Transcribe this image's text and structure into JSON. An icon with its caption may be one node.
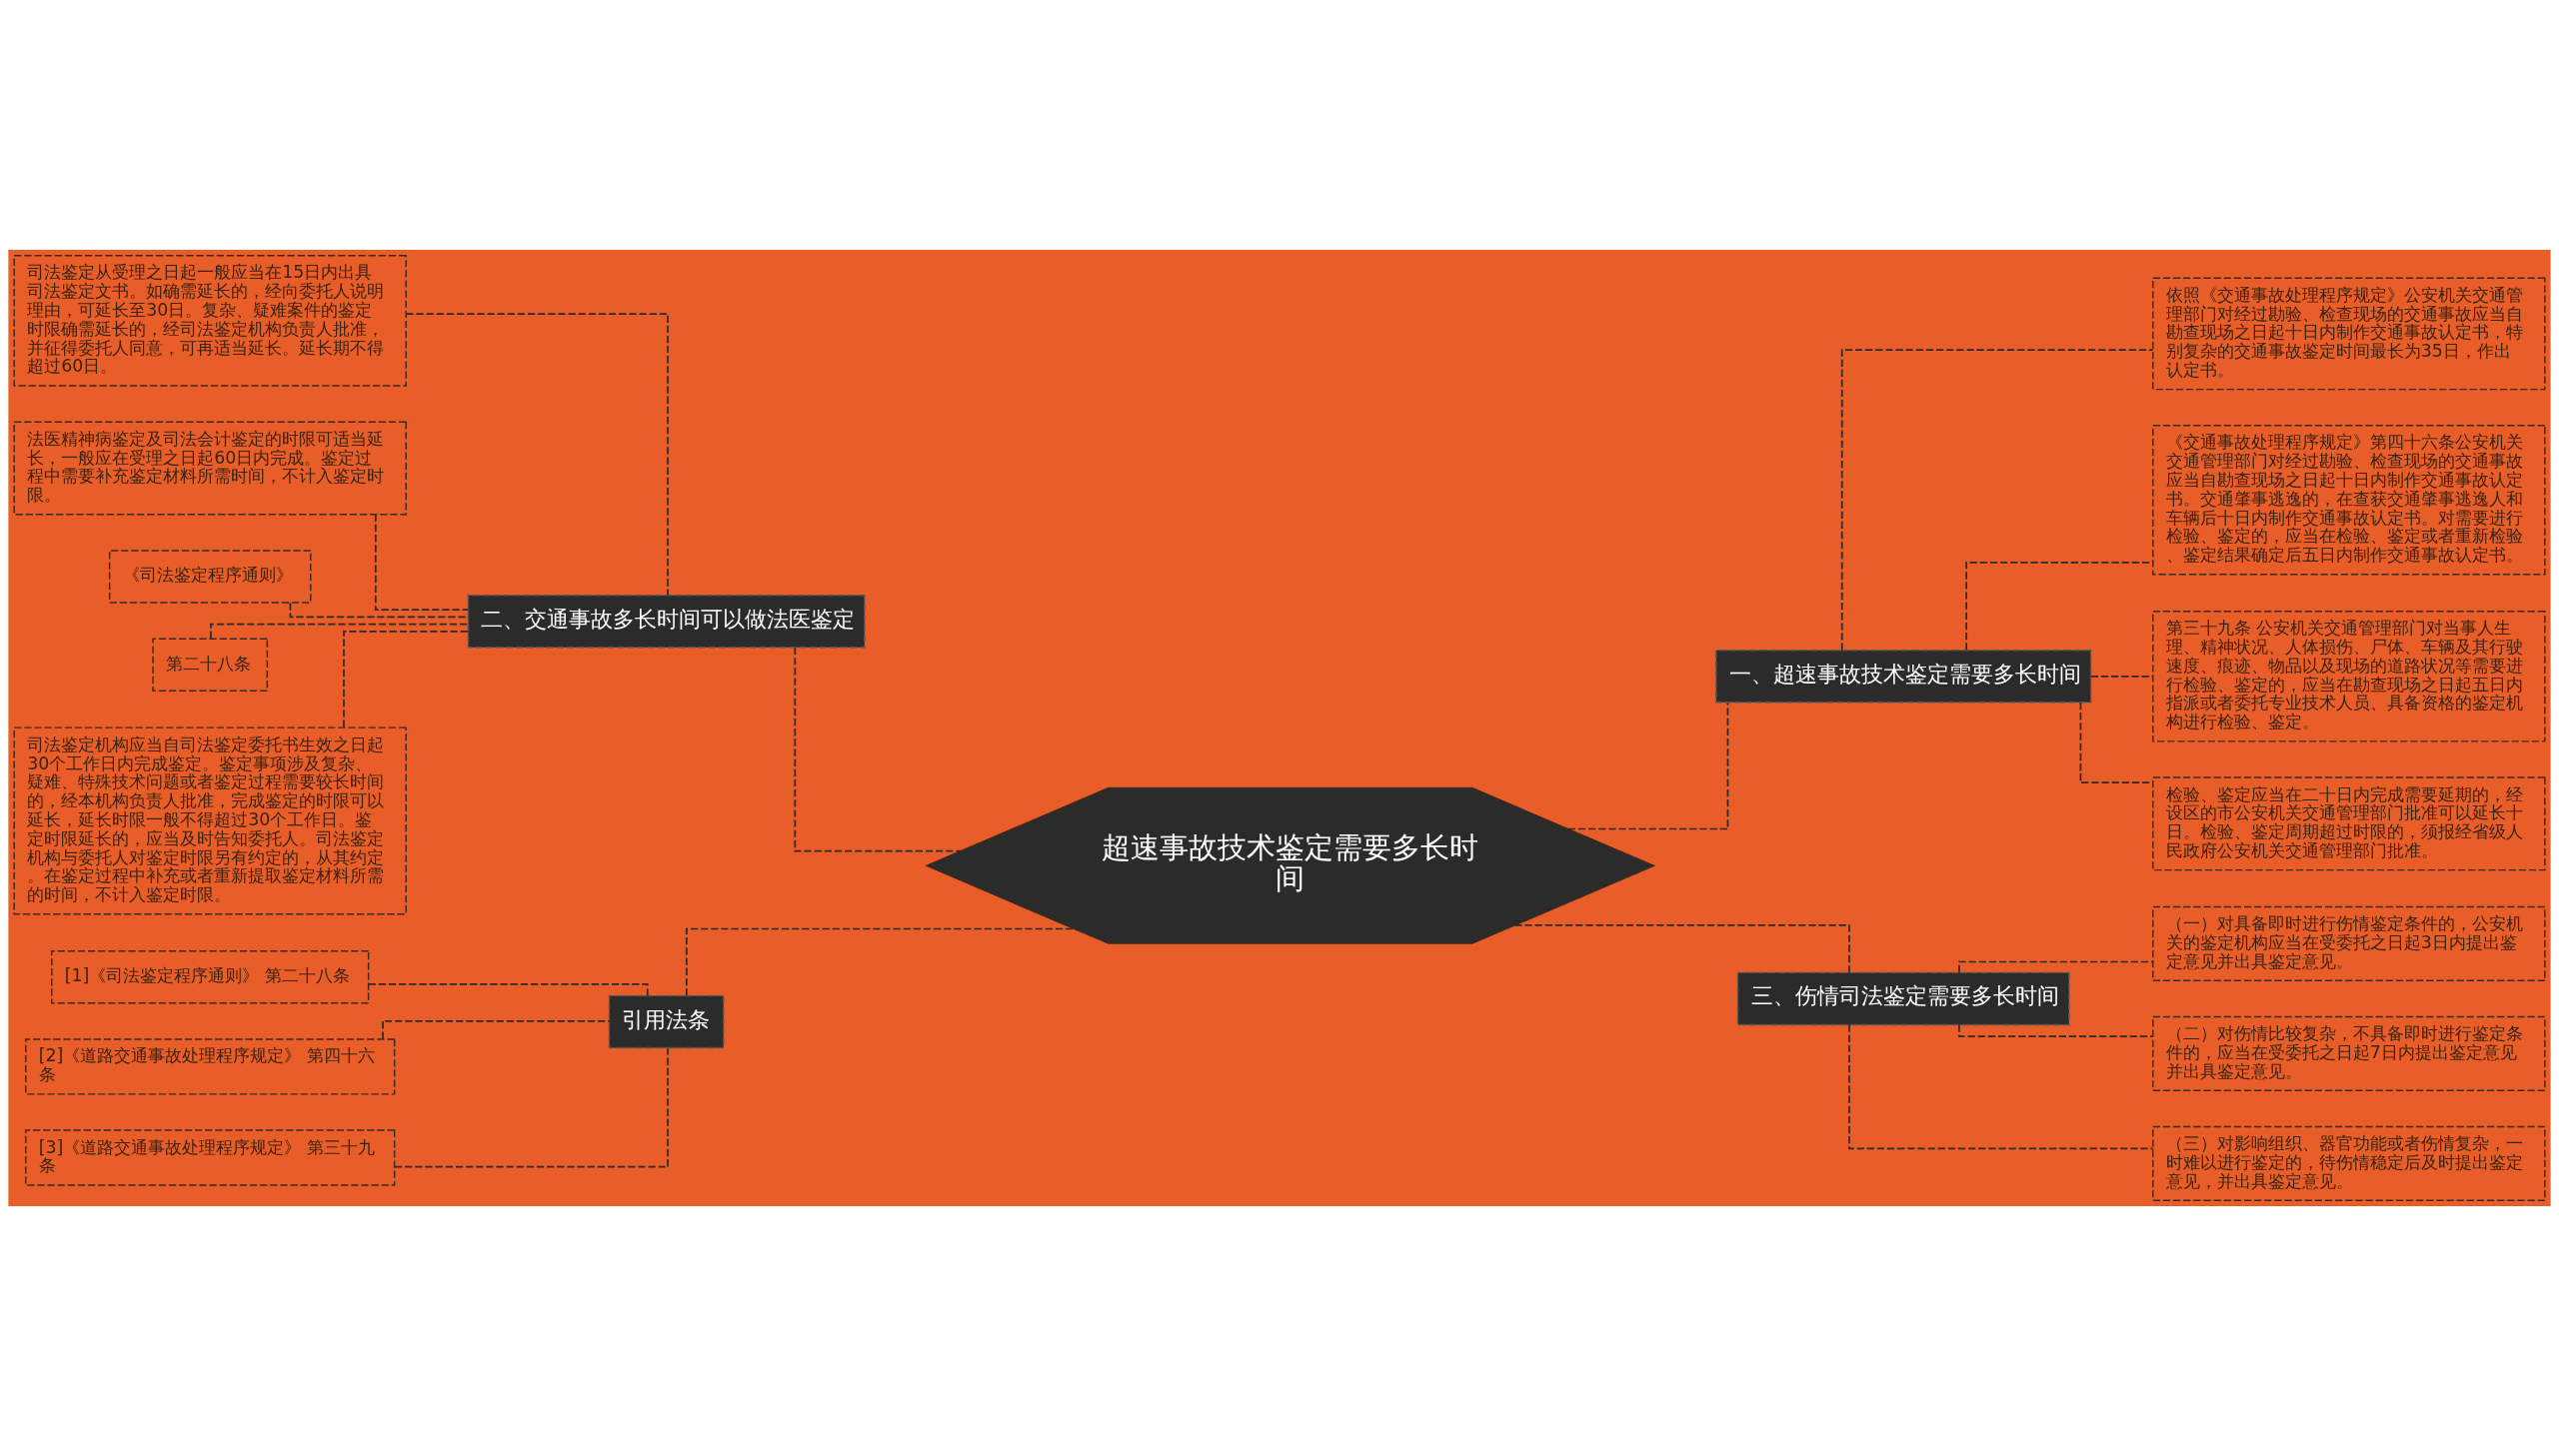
{
  "diagram": {
    "nodes": [
      {
        "text": [
          "超速事故技术鉴定需要多长时间"
        ]
      },
      {
        "text": [
          "一、超速事故技术鉴定需要多长时间"
        ]
      },
      {
        "text": [
          "依照《交通事故处理程序规定》公安机关交通管理部门对经过勘验、检查现场的交通事故应当自勘查现场之日起十日内制作交通事故认定书，特别复杂的交通事故鉴定时间最长为35日，作出认定书。"
        ]
      },
      {
        "text": [
          "《交通事故处理程序规定》第四十六条公安机关交通管理部门对经过勘验、检查现场的交通事故应当自勘查现场之日起十日内制作交通事故认定书。交通肇事逃逸的，在查获交通肇事逃逸人和车辆后十日内制作交通事故认定书。对需要进行检验、鉴定的，应当在检验、鉴定或者重新检验、鉴定结果确定后五日内制作交通事故认定书。"
        ]
      },
      {
        "text": [
          "第三十九条 公安机关交通管理部门对当事人生理、精神状况、人体损伤、尸体、车辆及其行驶速度、痕迹、物品以及现场的道路状况等需要进行检验、鉴定的，应当在勘查现场之日起五日内指派或者委托专业技术人员、具备资格的鉴定机构进行检验、鉴定。"
        ]
      },
      {
        "text": [
          "检验、鉴定应当在二十日内完成需要延期的，经设区的市公安机关交通管理部门批准可以延长十日。检验、鉴定周期超过时限的，须报经省级人民政府公安机关交通管理部门批准。"
        ]
      },
      {
        "text": [
          "三、伤情司法鉴定需要多长时间"
        ]
      },
      {
        "text": [
          "（一）对具备即时进行伤情鉴定条件的，公安机关的鉴定机构应当在受委托之日起3日内提出鉴定意见并出具鉴定意见。"
        ]
      },
      {
        "text": [
          "（二）对伤情比较复杂，不具备即时进行鉴定条件的，应当在受委托之日起7日内提出鉴定意见并出具鉴定意见。"
        ]
      },
      {
        "text": [
          "（三）对影响组织、器官功能或者伤情复杂，一时难以进行鉴定的，待伤情稳定后及时提出鉴定意见，并出具鉴定意见。"
        ]
      },
      {
        "text": [
          "二、交通事故多长时间可以做法医鉴定"
        ]
      },
      {
        "text": [
          "司法鉴定从受理之日起一般应当在15日内出具司法鉴定文书。如确需延长的，经向委托人说明理由，可延长至30日。复杂、疑难案件的鉴定时限确需延长的，经司法鉴定机构负责人批准，并征得委托人同意，可再适当延长。延长期不得超过60日。"
        ]
      },
      {
        "text": [
          "法医精神病鉴定及司法会计鉴定的时限可适当延长，一般应在受理之日起60日内完成。鉴定过程中需要补充鉴定材料所需时间，不计入鉴定时限。"
        ]
      },
      {
        "text": [
          "《司法鉴定程序通则》"
        ]
      },
      {
        "text": [
          "第二十八条"
        ]
      },
      {
        "text": [
          "司法鉴定机构应当自司法鉴定委托书生效之日起30个工作日内完成鉴定。鉴定事项涉及复杂、疑难、特殊技术问题或者鉴定过程需要较长时间的，经本机构负责人批准，完成鉴定的时限可以延长，延长时限一般不得超过30个工作日。鉴定时限延长的，应当及时告知委托人。司法鉴定机构与委托人对鉴定时限另有约定的，从其约定。在鉴定过程中补充或者重新提取鉴定材料所需的时间，不计入鉴定时限。"
        ]
      },
      {
        "text": [
          "引用法条"
        ]
      },
      {
        "text": [
          "[1]《司法鉴定程序通则》 第二十八条"
        ]
      },
      {
        "text": [
          "[2]《道路交通事故处理程序规定》 第四十六条"
        ]
      },
      {
        "text": [
          "[3]《道路交通事故处理程序规定》 第三十九条"
        ]
      }
    ],
    "edges": [
      {
        "from": 0,
        "to": 1,
        "arrow": "none",
        "style": "dashed"
      },
      {
        "from": 1,
        "to": 2,
        "arrow": "none",
        "style": "dashed"
      },
      {
        "from": 1,
        "to": 3,
        "arrow": "none",
        "style": "dashed"
      },
      {
        "from": 1,
        "to": 4,
        "arrow": "none",
        "style": "dashed"
      },
      {
        "from": 1,
        "to": 5,
        "arrow": "none",
        "style": "dashed"
      },
      {
        "from": 0,
        "to": 6,
        "arrow": "none",
        "style": "dashed"
      },
      {
        "from": 6,
        "to": 7,
        "arrow": "none",
        "style": "dashed"
      },
      {
        "from": 6,
        "to": 8,
        "arrow": "none",
        "style": "dashed"
      },
      {
        "from": 6,
        "to": 9,
        "arrow": "none",
        "style": "dashed"
      },
      {
        "from": 0,
        "to": 10,
        "arrow": "none",
        "style": "dashed"
      },
      {
        "from": 10,
        "to": 11,
        "arrow": "none",
        "style": "dashed"
      },
      {
        "from": 10,
        "to": 12,
        "arrow": "none",
        "style": "dashed"
      },
      {
        "from": 10,
        "to": 13,
        "arrow": "none",
        "style": "dashed"
      },
      {
        "from": 10,
        "to": 14,
        "arrow": "none",
        "style": "dashed"
      },
      {
        "from": 10,
        "to": 15,
        "arrow": "none",
        "style": "dashed"
      },
      {
        "from": 0,
        "to": 16,
        "arrow": "none",
        "style": "dashed"
      },
      {
        "from": 16,
        "to": 17,
        "arrow": "none",
        "style": "dashed"
      },
      {
        "from": 16,
        "to": 18,
        "arrow": "none",
        "style": "dashed"
      },
      {
        "from": 16,
        "to": 19,
        "arrow": "none",
        "style": "dashed"
      }
    ]
  }
}
